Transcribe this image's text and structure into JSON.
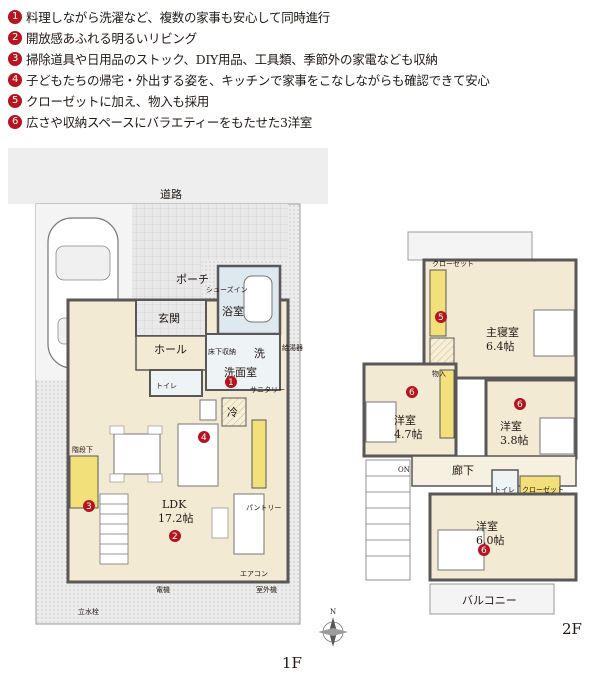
{
  "features": [
    {
      "num": "1",
      "text": "料理しながら洗濯など、複数の家事も安心して同時進行"
    },
    {
      "num": "2",
      "text": "開放感あふれる明るいリビング"
    },
    {
      "num": "3",
      "text": "掃除道具や日用品のストック、DIY用品、工具類、季節外の家電なども収納"
    },
    {
      "num": "4",
      "text": "子どもたちの帰宅・外出する姿を、キッチンで家事をこなしながらも確認できて安心"
    },
    {
      "num": "5",
      "text": "クローゼットに加え、物入も採用"
    },
    {
      "num": "6",
      "text": "広さや収納スペースにバラエティーをもたせた3洋室"
    }
  ],
  "plan_1f": {
    "floor_label": "1F",
    "road": "道路",
    "porch": "ポーチ",
    "entrance": "玄関",
    "hall": "ホール",
    "bath": "浴室",
    "wash": "洗",
    "washroom": "洗面室",
    "toilet": "トイレ",
    "ldk_name": "LDK",
    "ldk_size": "17.2帖",
    "fridge": "冷",
    "yukashita": "床下収納",
    "tate_suisen": "立水栓",
    "aircon": "エアコン",
    "outdoor_unit": "室外機",
    "denki": "電機",
    "kyuto": "給湯器",
    "sanitary": "サニタリー",
    "kaidan_shita": "階段下",
    "shoes_in": "シューズイン",
    "pantry": "パントリー",
    "markers": [
      "1",
      "2",
      "3",
      "4"
    ]
  },
  "plan_2f": {
    "floor_label": "2F",
    "master_name": "主寝室",
    "master_size": "6.4帖",
    "closet": "クローゼット",
    "monoire": "物入",
    "room_a_name": "洋室",
    "room_a_size": "4.7帖",
    "room_b_name": "洋室",
    "room_b_size": "3.8帖",
    "room_c_name": "洋室",
    "room_c_size": "6.0帖",
    "hall": "廊下",
    "toilet": "トイレ",
    "closet_small": "クローゼット",
    "balcony": "バルコニー",
    "on": "ON",
    "markers": [
      "5",
      "6",
      "6",
      "6"
    ]
  },
  "compass": "N",
  "colors": {
    "marker": "#b8141f",
    "wall": "#595757",
    "floor_wood": "#f3ead4",
    "tile": "#dcdcdc",
    "wet": "#dde8ef",
    "storage": "#f2e07a",
    "grass": "#e6e6e6"
  }
}
